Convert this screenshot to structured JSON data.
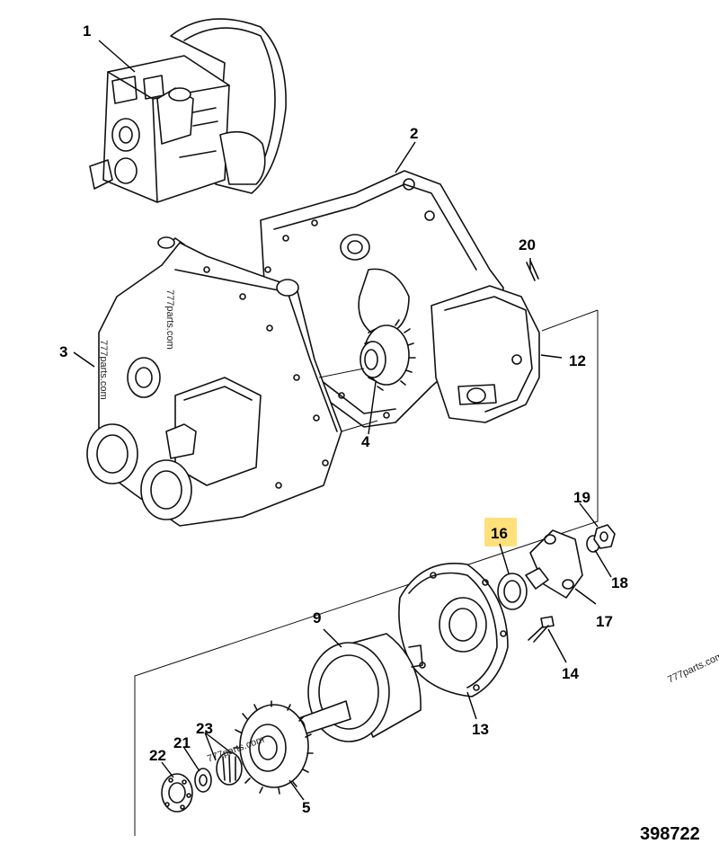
{
  "diagram": {
    "reference_number": "398722",
    "watermarks": [
      "777parts.com",
      "777parts.com",
      "777parts.com",
      "777parts.com"
    ],
    "highlight_color": "#ffd54f",
    "callouts": [
      {
        "id": "1",
        "label": "1"
      },
      {
        "id": "2",
        "label": "2"
      },
      {
        "id": "3",
        "label": "3"
      },
      {
        "id": "4",
        "label": "4"
      },
      {
        "id": "5",
        "label": "5"
      },
      {
        "id": "9",
        "label": "9"
      },
      {
        "id": "12",
        "label": "12"
      },
      {
        "id": "13",
        "label": "13"
      },
      {
        "id": "14",
        "label": "14"
      },
      {
        "id": "16",
        "label": "16",
        "highlighted": true
      },
      {
        "id": "17",
        "label": "17"
      },
      {
        "id": "18",
        "label": "18"
      },
      {
        "id": "19",
        "label": "19"
      },
      {
        "id": "20",
        "label": "20"
      },
      {
        "id": "21",
        "label": "21"
      },
      {
        "id": "22",
        "label": "22"
      },
      {
        "id": "23",
        "label": "23"
      }
    ]
  }
}
